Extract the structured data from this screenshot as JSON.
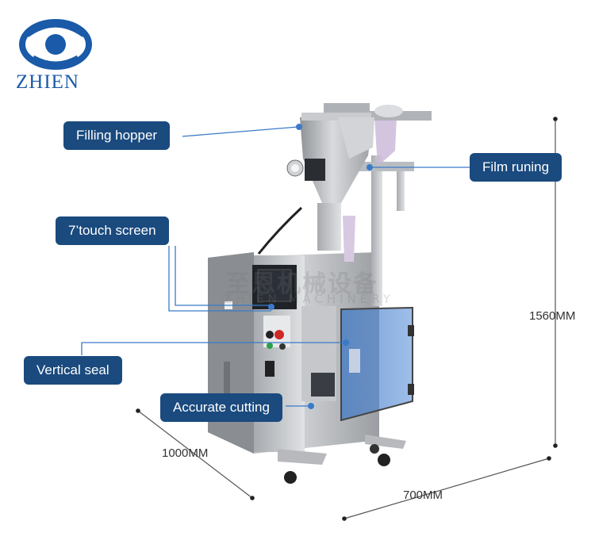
{
  "brand": {
    "name": "ZHIEN"
  },
  "watermark": {
    "text": "至恩机械设备",
    "subtext": "ZHIEN MACHINERY"
  },
  "callouts": {
    "filling_hopper": "Filling hopper",
    "film_running": "Film runing",
    "touch_screen": "7’touch screen",
    "vertical_seal": "Vertical seal",
    "accurate_cutting": "Accurate cutting"
  },
  "dimensions": {
    "height": "1560MM",
    "depth": "1000MM",
    "width": "700MM"
  },
  "colors": {
    "callout_bg": "#1a4a7e",
    "brand_blue": "#1a5aa8",
    "leader_line": "#3a7bc8"
  }
}
